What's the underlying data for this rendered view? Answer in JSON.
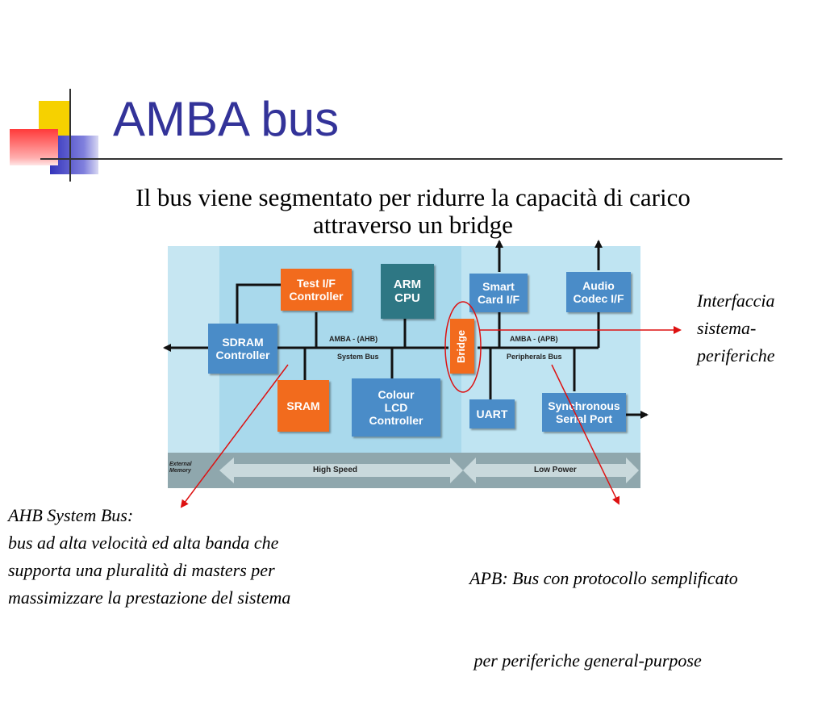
{
  "slide": {
    "title": "AMBA bus",
    "subtitle_line1": "Il bus viene segmentato per ridurre la capacità di carico",
    "subtitle_line2": "attraverso un bridge"
  },
  "diagram": {
    "blocks": {
      "test_if": "Test I/F\nController",
      "arm_cpu": "ARM\nCPU",
      "sdram": "SDRAM\nController",
      "sram": "SRAM",
      "colour_lcd": "Colour\nLCD\nController",
      "bridge": "Bridge",
      "smart_card": "Smart\nCard I/F",
      "audio_codec": "Audio\nCodec I/F",
      "uart": "UART",
      "serial_port": "Synchronous\nSerial Port"
    },
    "bus_labels": {
      "ahb_name": "AMBA - (AHB)",
      "ahb_sub": "System Bus",
      "apb_name": "AMBA - (APB)",
      "apb_sub": "Peripherals Bus"
    },
    "bottom_bar": {
      "external_memory": "External\nMemory",
      "high_speed": "High Speed",
      "low_power": "Low Power"
    },
    "colors": {
      "left_bg": "#a9d9ec",
      "right_bg": "#bfe4f2",
      "edge_strip": "#c6e6f2",
      "block_blue": "#4a8cc8",
      "block_orange": "#f26b1d",
      "block_teal": "#2e7784",
      "annotation_red": "#dd1111"
    }
  },
  "annotations": {
    "interface": {
      "line1": "Interfaccia",
      "line2": "sistema-",
      "line3": "periferiche"
    },
    "ahb": {
      "line1": "AHB System Bus:",
      "line2": "bus ad alta velocità ed alta banda che",
      "line3": "supporta una pluralità di masters per",
      "line4": "massimizzare la prestazione del sistema"
    },
    "apb": {
      "line1": "APB: Bus con protocollo semplificato",
      "line2": " per periferiche general-purpose"
    }
  }
}
